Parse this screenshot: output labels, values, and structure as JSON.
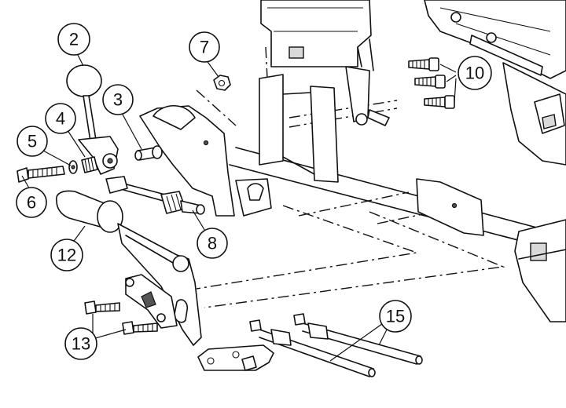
{
  "callouts": [
    {
      "id": "c2",
      "label": "2"
    },
    {
      "id": "c3",
      "label": "3"
    },
    {
      "id": "c4",
      "label": "4"
    },
    {
      "id": "c5",
      "label": "5"
    },
    {
      "id": "c6",
      "label": "6"
    },
    {
      "id": "c7",
      "label": "7"
    },
    {
      "id": "c8",
      "label": "8"
    },
    {
      "id": "c10",
      "label": "10"
    },
    {
      "id": "c12",
      "label": "12"
    },
    {
      "id": "c13",
      "label": "13"
    },
    {
      "id": "c15",
      "label": "15"
    }
  ]
}
